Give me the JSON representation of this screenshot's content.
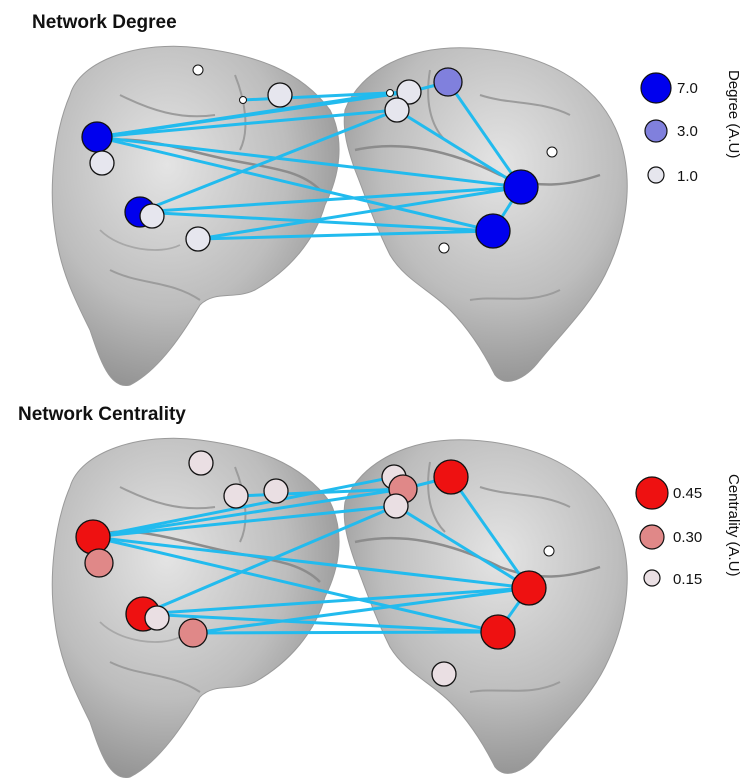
{
  "panels": [
    {
      "title": "Network Degree",
      "node_colors": {
        "high": "#0000ee",
        "mid": "#8080dd",
        "low": "#e6e6ee"
      },
      "legend_title": "Degree (A.U)",
      "legend": [
        {
          "label": "7.0",
          "level": "high"
        },
        {
          "label": "3.0",
          "level": "mid"
        },
        {
          "label": "1.0",
          "level": "low"
        }
      ]
    },
    {
      "title": "Network Centrality",
      "node_colors": {
        "high": "#ee1111",
        "mid": "#e08888",
        "low": "#eadfe3"
      },
      "legend_title": "Centrality (A.U)",
      "legend": [
        {
          "label": "0.45",
          "level": "high"
        },
        {
          "label": "0.30",
          "level": "mid"
        },
        {
          "label": "0.15",
          "level": "low"
        }
      ]
    }
  ],
  "edge_color": "#22bbee",
  "brain_color": "#b8b8b8"
}
